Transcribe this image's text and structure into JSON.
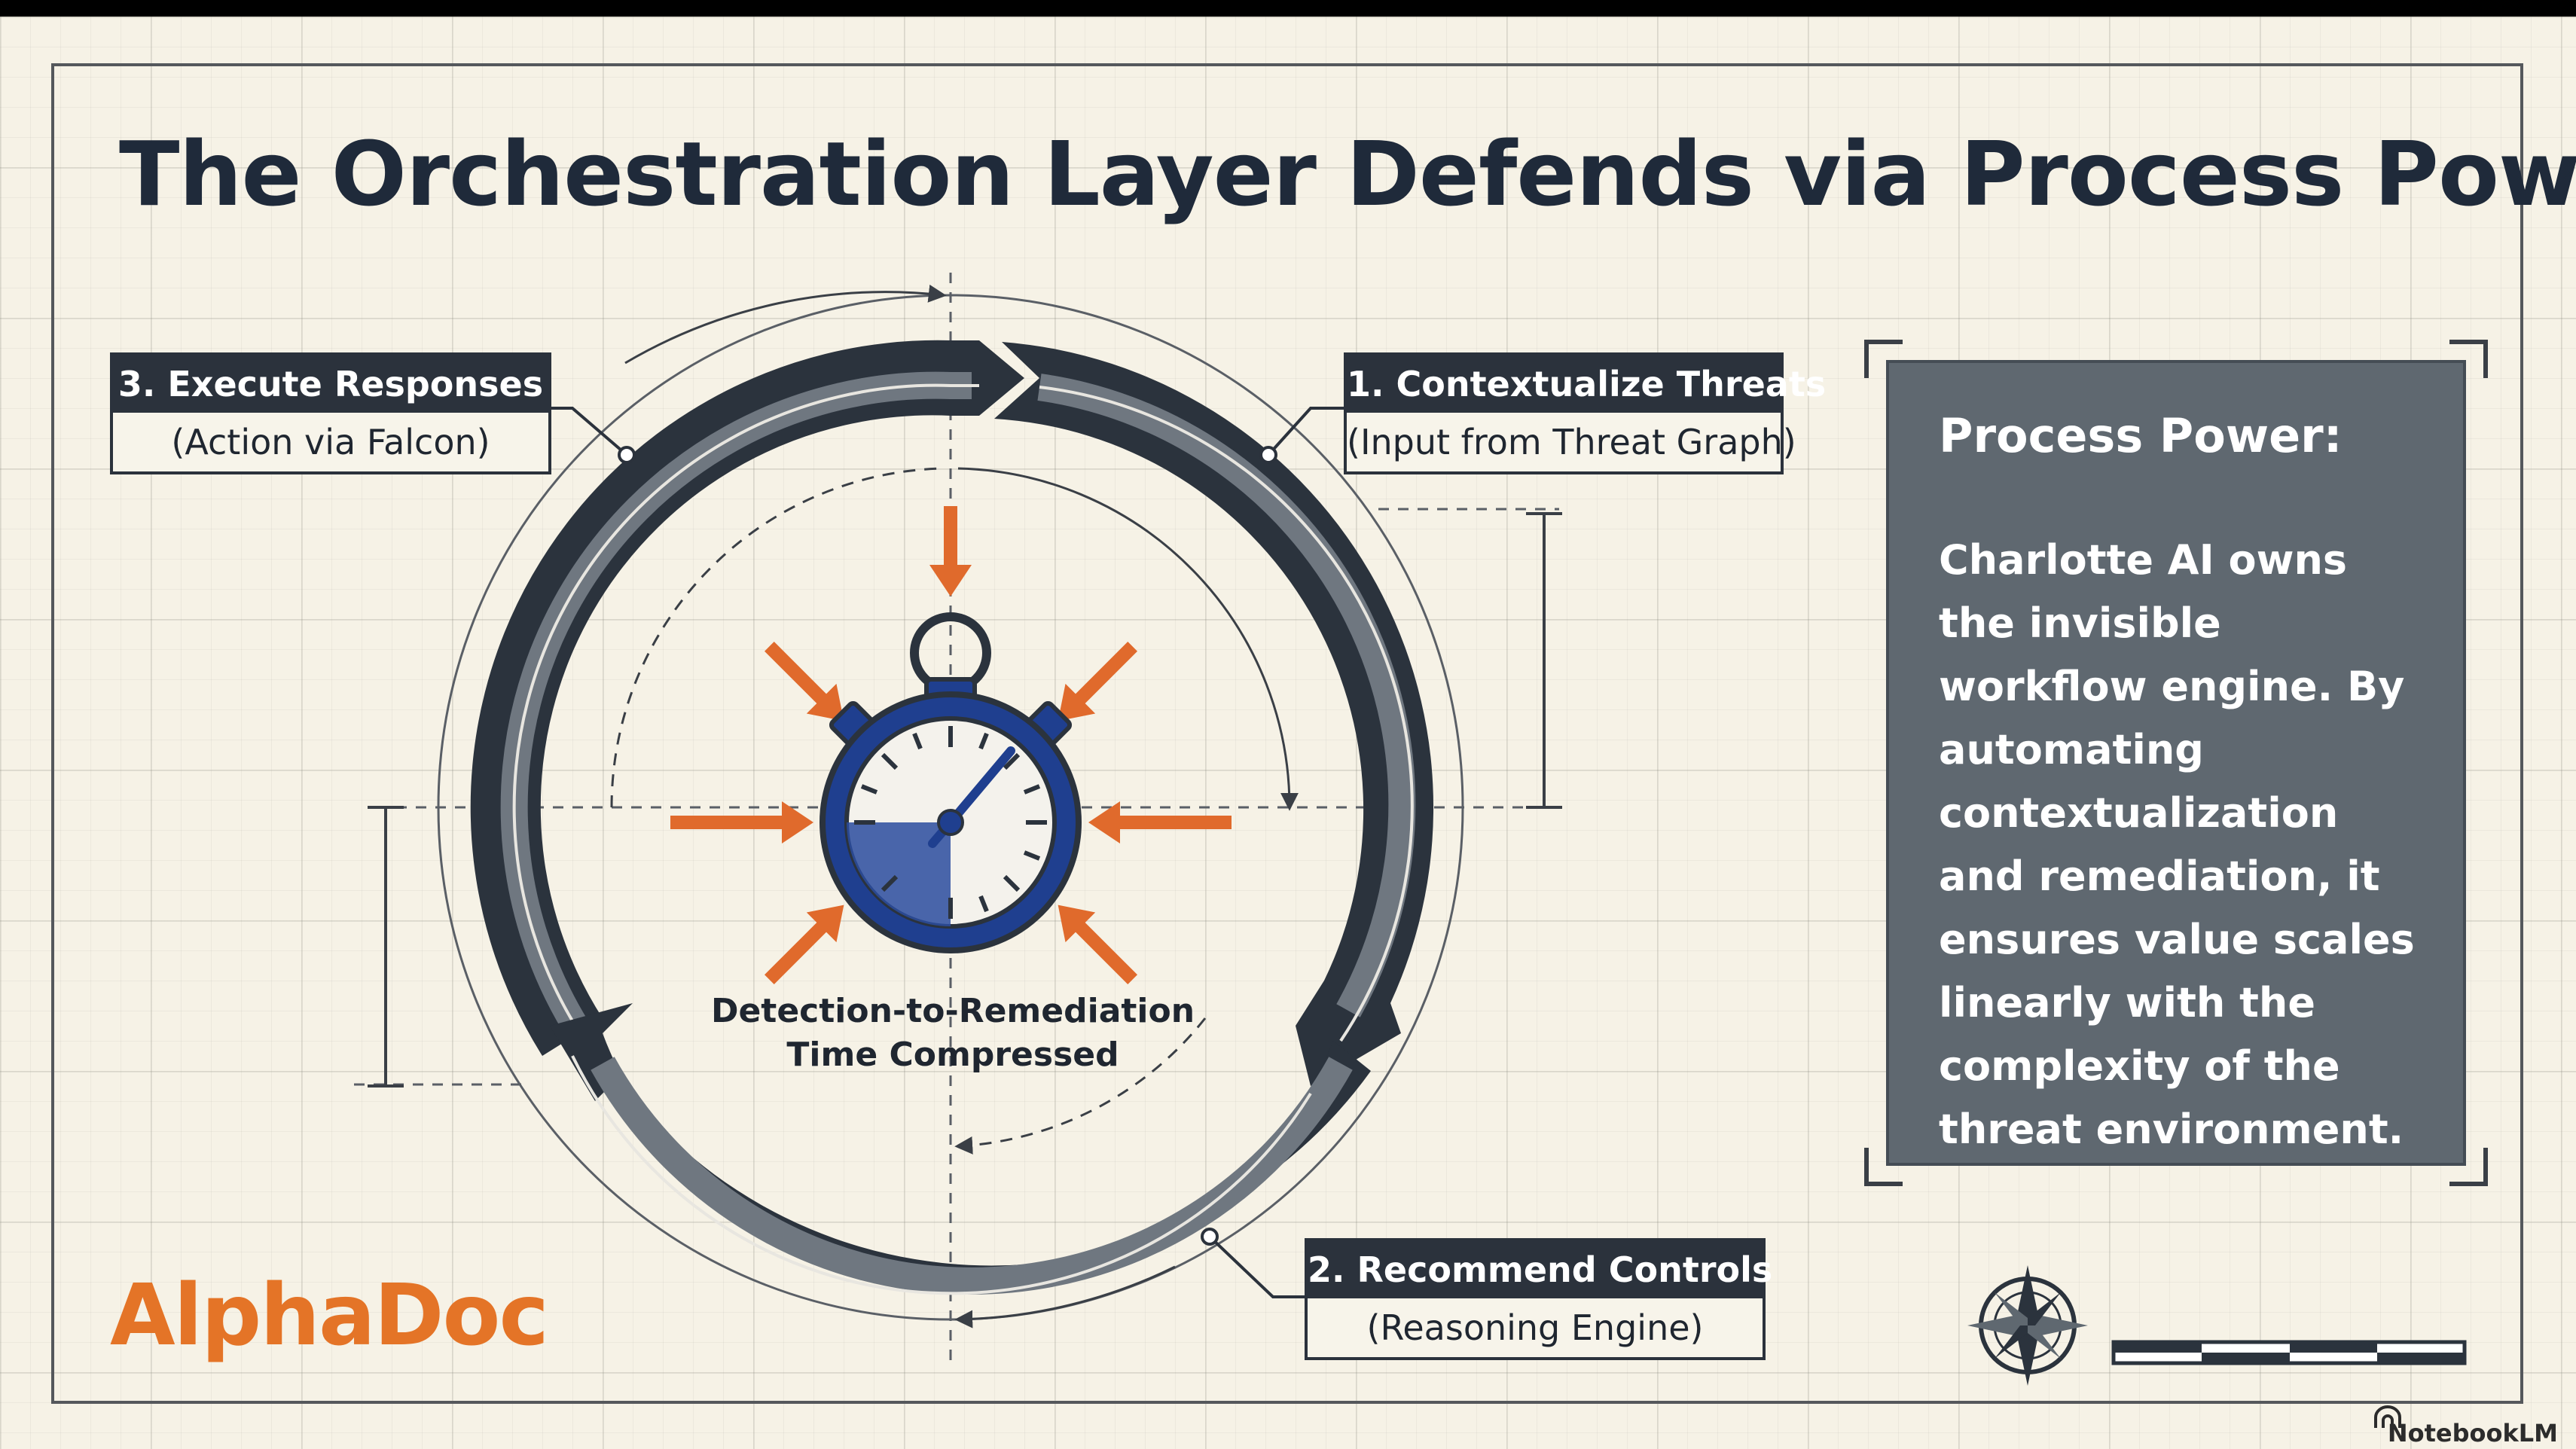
{
  "title": "The Orchestration Layer Defends via Process Power",
  "cycle": {
    "step1": {
      "heading": "1. Contextualize Threats",
      "sub": "(Input from Threat Graph)"
    },
    "step2": {
      "heading": "2. Recommend Controls",
      "sub": "(Reasoning Engine)"
    },
    "step3": {
      "heading": "3. Execute Responses",
      "sub": "(Action via Falcon)"
    },
    "center_caption": [
      "Detection-to-Remediation",
      "Time Compressed"
    ]
  },
  "panel": {
    "title": "Process Power:",
    "body": "Charlotte AI owns the invisible workflow engine. By automating contextualization and remediation, it ensures value scales linearly with the complexity of the threat environment."
  },
  "brand": "AlphaDoc",
  "watermark": "NotebookLM",
  "colors": {
    "ring_dark": "#2b333d",
    "ring_mid": "#6f7780",
    "accent_arrow": "#e06a2c",
    "stopwatch_blue": "#1f3f8f",
    "title": "#1f2a3a",
    "brand": "#e47427",
    "panel": "#5f6870"
  },
  "icons": [
    "stopwatch-icon",
    "compass-rose-icon",
    "scale-bar-icon",
    "notebooklm-logo-icon"
  ]
}
